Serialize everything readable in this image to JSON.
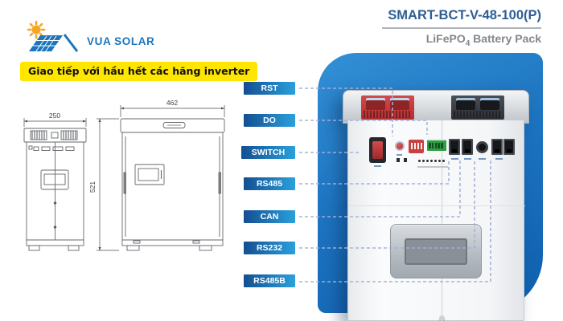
{
  "brand": {
    "name": "VUA SOLAR"
  },
  "product": {
    "model": "SMART-BCT-V-48-100(P)",
    "type_prefix": "LiFePO",
    "type_sub": "4",
    "type_suffix": " Battery Pack"
  },
  "banner": {
    "text": "Giao tiếp với hầu hết các hãng inverter"
  },
  "drawings": {
    "front_width_mm": "250",
    "side_width_mm": "462",
    "height_mm": "521"
  },
  "port_labels": [
    "RST",
    "DO",
    "SWITCH",
    "RS485",
    "CAN",
    "RS232",
    "RS485B"
  ],
  "colors": {
    "brand_blue": "#1b75bb",
    "sun_orange": "#f5a623",
    "title_blue": "#2e5e94",
    "subtitle_gray": "#83878c",
    "banner_yellow": "#ffe600",
    "label_gradient_start": "#134f92",
    "label_gradient_end": "#2ba0dc",
    "panel_blue_top": "#3390d6",
    "panel_blue_bottom": "#0f5fae",
    "connector_dash": "#a3b0d6",
    "terminal_red": "#c8393c",
    "terminal_dark": "#3b3e44"
  }
}
